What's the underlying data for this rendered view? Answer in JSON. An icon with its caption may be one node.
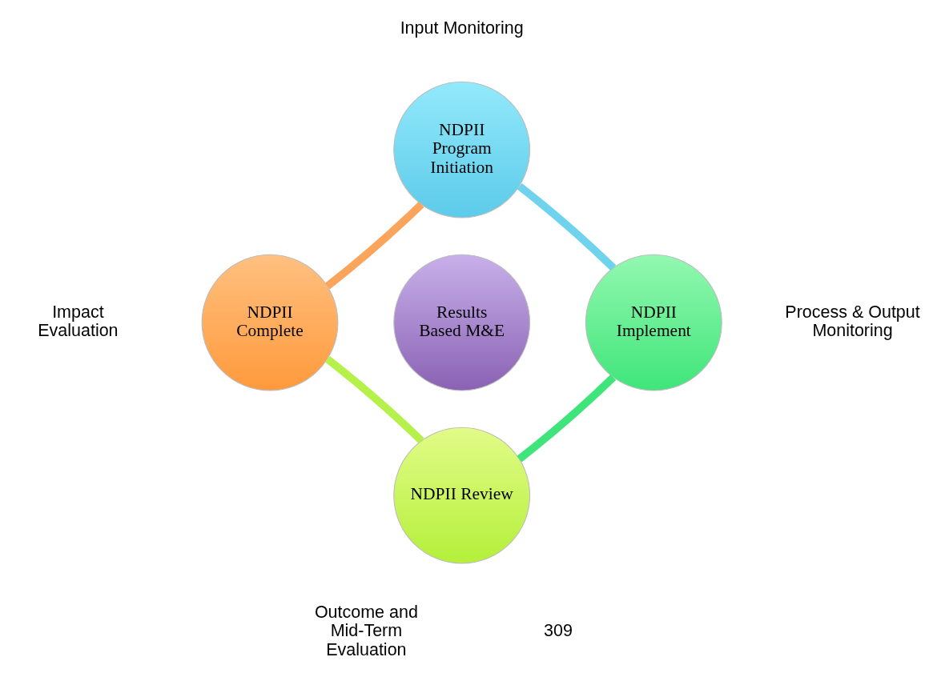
{
  "diagram": {
    "nodes": [
      {
        "text": [
          "NDPII Program Initiation"
        ]
      },
      {
        "text": [
          "NDPII Complete"
        ]
      },
      {
        "text": [
          "Results Based M&E"
        ]
      },
      {
        "text": [
          "NDPII Implement"
        ]
      },
      {
        "text": [
          "NDPII Review"
        ]
      }
    ],
    "edges": [
      {
        "from": 0,
        "to": 3,
        "arrow": "none",
        "color": "#6fd3ee"
      },
      {
        "from": 3,
        "to": 4,
        "arrow": "none",
        "color": "#3fe57a"
      },
      {
        "from": 4,
        "to": 1,
        "arrow": "none",
        "color": "#b6f04a"
      },
      {
        "from": 1,
        "to": 0,
        "arrow": "none",
        "color": "#fba45c"
      }
    ],
    "labels": [
      "Input Monitoring",
      "Impact Evaluation",
      "Process & Output Monitoring",
      "Outcome and Mid-Term Evaluation",
      "309"
    ]
  }
}
